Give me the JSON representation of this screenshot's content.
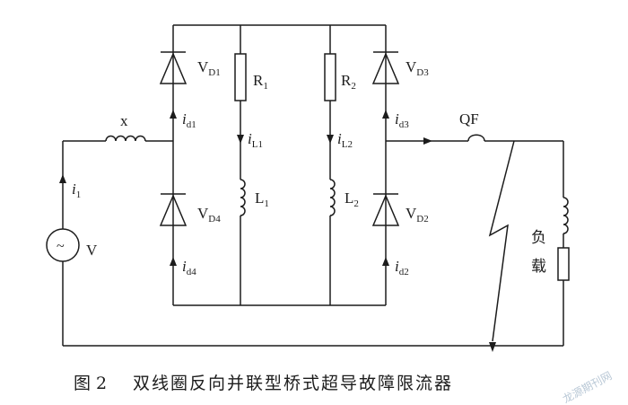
{
  "diagram": {
    "x_label": "x",
    "source_label": "V",
    "source_symbol": "~",
    "i1": {
      "main": "i",
      "sub": "1"
    },
    "id1": {
      "main": "i",
      "sub": "d1"
    },
    "id3": {
      "main": "i",
      "sub": "d3"
    },
    "id4": {
      "main": "i",
      "sub": "d4"
    },
    "id2": {
      "main": "i",
      "sub": "d2"
    },
    "iL1": {
      "main": "i",
      "sub": "L1"
    },
    "iL2": {
      "main": "i",
      "sub": "L2"
    },
    "vd1": {
      "main": "V",
      "sub": "D1"
    },
    "vd3": {
      "main": "V",
      "sub": "D3"
    },
    "vd4": {
      "main": "V",
      "sub": "D4"
    },
    "vd2": {
      "main": "V",
      "sub": "D2"
    },
    "r1": {
      "main": "R",
      "sub": "1"
    },
    "r2": {
      "main": "R",
      "sub": "2"
    },
    "l1": {
      "main": "L",
      "sub": "1"
    },
    "l2": {
      "main": "L",
      "sub": "2"
    },
    "qf_label": "QF",
    "load_char1": "负",
    "load_char2": "载"
  },
  "caption": {
    "fig_number": "图 2",
    "title": "双线圈反向并联型桥式超导故障限流器"
  },
  "watermark": "龙源期刊网"
}
